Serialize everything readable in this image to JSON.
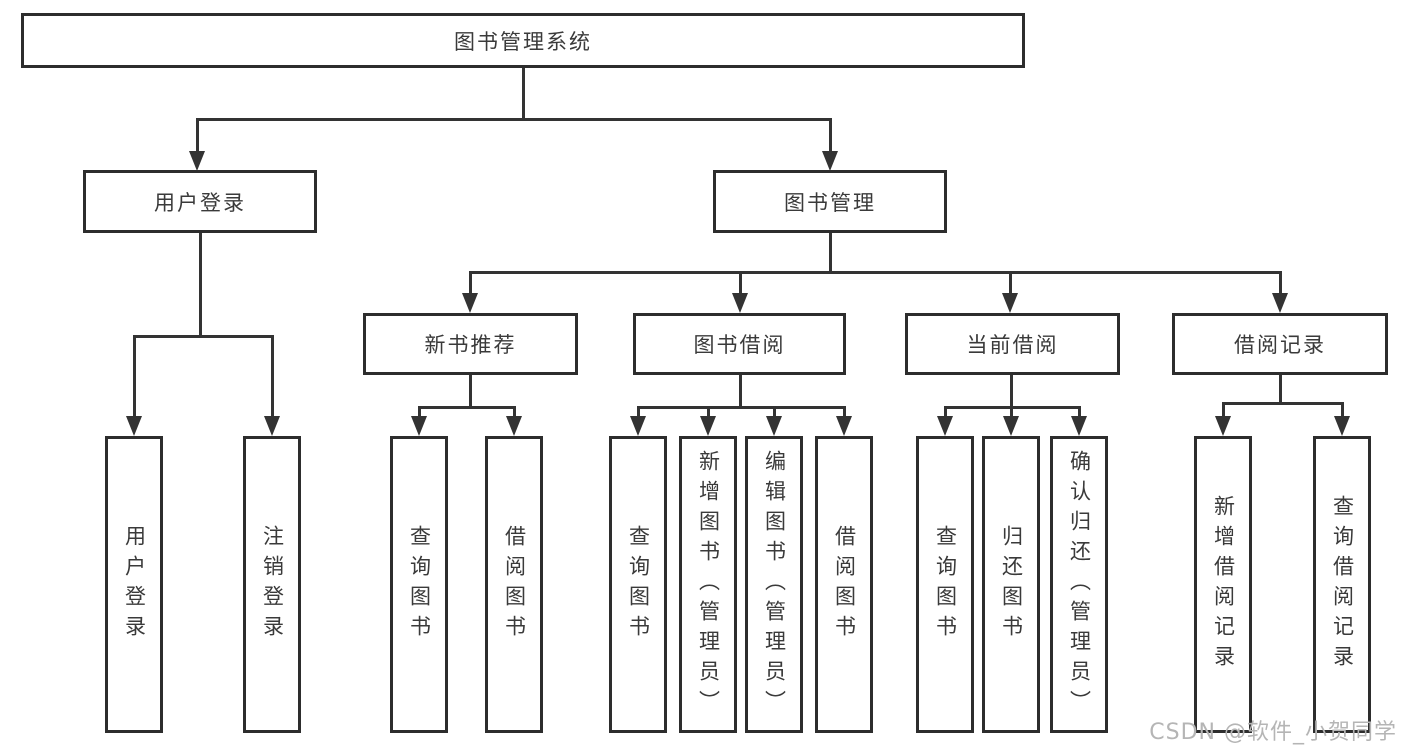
{
  "diagram": {
    "root": {
      "label": "图书管理系统"
    },
    "branches": [
      {
        "label": "用户登录",
        "children": [
          {
            "label": "用户登录"
          },
          {
            "label": "注销登录"
          }
        ]
      },
      {
        "label": "图书管理",
        "children": [
          {
            "label": "新书推荐",
            "children": [
              {
                "label": "查询图书"
              },
              {
                "label": "借阅图书"
              }
            ]
          },
          {
            "label": "图书借阅",
            "children": [
              {
                "label": "查询图书"
              },
              {
                "label": "新增图书（管理员）"
              },
              {
                "label": "编辑图书（管理员）"
              },
              {
                "label": "借阅图书"
              }
            ]
          },
          {
            "label": "当前借阅",
            "children": [
              {
                "label": "查询图书"
              },
              {
                "label": "归还图书"
              },
              {
                "label": "确认归还（管理员）"
              }
            ]
          },
          {
            "label": "借阅记录",
            "children": [
              {
                "label": "新增借阅记录"
              },
              {
                "label": "查询借阅记录"
              }
            ]
          }
        ]
      }
    ]
  },
  "watermark": {
    "text": "CSDN @软件_小贺同学"
  },
  "colors": {
    "line": "#333333",
    "text": "#3a3a3a",
    "watermark": "#b5b5b5"
  }
}
